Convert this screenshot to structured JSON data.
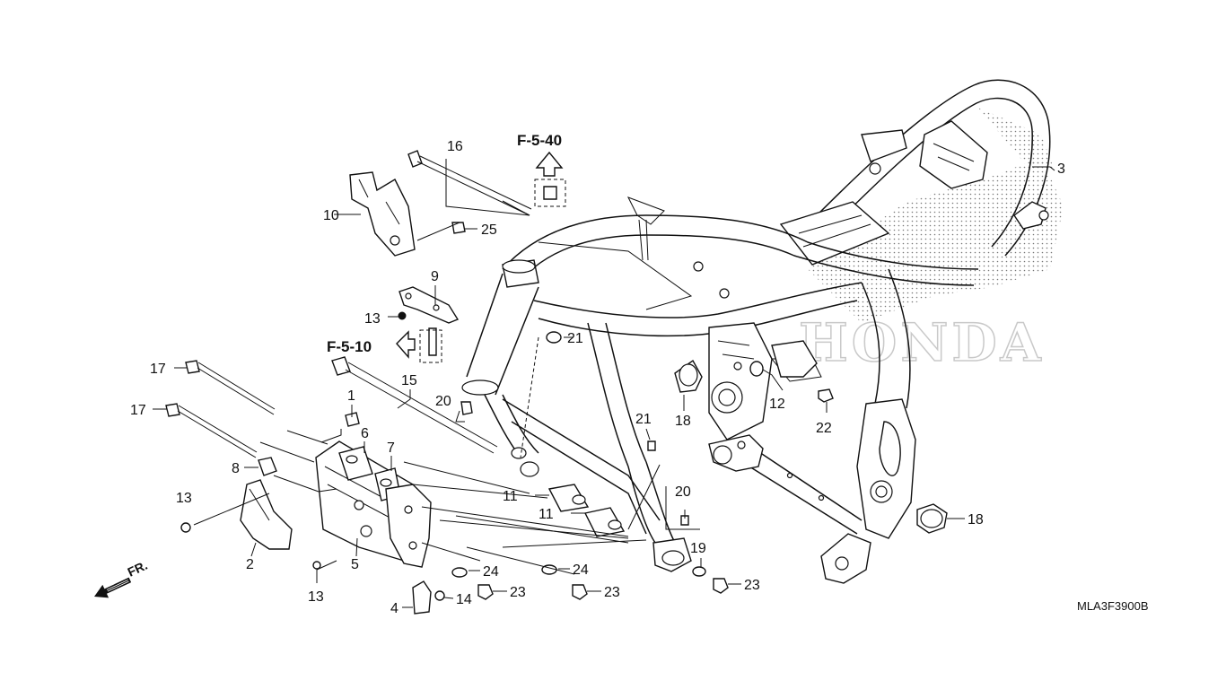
{
  "diagram": {
    "code": "MLA3F3900B",
    "direction_label": "FR.",
    "watermark": "HONDA",
    "refs": [
      {
        "label": "F-5-40"
      },
      {
        "label": "F-5-10"
      }
    ],
    "callouts": [
      {
        "id": "1",
        "label": "1"
      },
      {
        "id": "2",
        "label": "2"
      },
      {
        "id": "3",
        "label": "3"
      },
      {
        "id": "4",
        "label": "4"
      },
      {
        "id": "5",
        "label": "5"
      },
      {
        "id": "6",
        "label": "6"
      },
      {
        "id": "7",
        "label": "7"
      },
      {
        "id": "8",
        "label": "8"
      },
      {
        "id": "9",
        "label": "9"
      },
      {
        "id": "10",
        "label": "10"
      },
      {
        "id": "11a",
        "label": "11"
      },
      {
        "id": "11b",
        "label": "11"
      },
      {
        "id": "12",
        "label": "12"
      },
      {
        "id": "13a",
        "label": "13"
      },
      {
        "id": "13b",
        "label": "13"
      },
      {
        "id": "13c",
        "label": "13"
      },
      {
        "id": "14",
        "label": "14"
      },
      {
        "id": "15",
        "label": "15"
      },
      {
        "id": "16",
        "label": "16"
      },
      {
        "id": "17a",
        "label": "17"
      },
      {
        "id": "17b",
        "label": "17"
      },
      {
        "id": "18a",
        "label": "18"
      },
      {
        "id": "18b",
        "label": "18"
      },
      {
        "id": "19",
        "label": "19"
      },
      {
        "id": "20a",
        "label": "20"
      },
      {
        "id": "20b",
        "label": "20"
      },
      {
        "id": "21a",
        "label": "21"
      },
      {
        "id": "21b",
        "label": "21"
      },
      {
        "id": "22",
        "label": "22"
      },
      {
        "id": "23a",
        "label": "23"
      },
      {
        "id": "23b",
        "label": "23"
      },
      {
        "id": "23c",
        "label": "23"
      },
      {
        "id": "24a",
        "label": "24"
      },
      {
        "id": "24b",
        "label": "24"
      },
      {
        "id": "25",
        "label": "25"
      }
    ]
  }
}
